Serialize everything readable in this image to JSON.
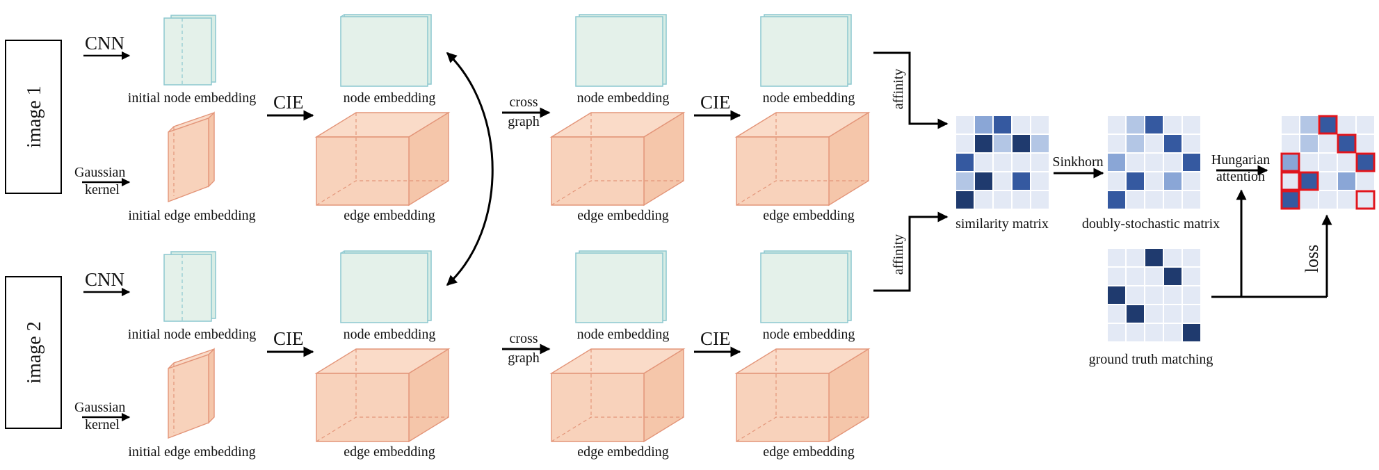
{
  "images": {
    "image1_label": "image 1",
    "image2_label": "image 2"
  },
  "labels": {
    "cnn": "CNN",
    "gaussian_line1": "Gaussian",
    "gaussian_line2": "kernel",
    "initial_node_embedding": "initial node embedding",
    "initial_edge_embedding": "initial edge embedding",
    "cie": "CIE",
    "node_embedding": "node embedding",
    "edge_embedding": "edge embedding",
    "cross_line1": "cross",
    "cross_line2": "graph",
    "affinity": "affinity",
    "similarity_matrix": "similarity matrix",
    "sinkhorn": "Sinkhorn",
    "doubly_stochastic_matrix": "doubly-stochastic matrix",
    "hungarian_line1": "Hungarian",
    "hungarian_line2": "attention",
    "ground_truth_matching": "ground truth matching",
    "loss": "loss"
  },
  "colors": {
    "node_fill": "#e4f1ea",
    "node_stroke": "#8cc7cf",
    "edge_fill": "#f8d2bb",
    "edge_stroke": "#e39579",
    "matrix_empty": "#e3e9f5",
    "matrix_light": "#b3c6e5",
    "matrix_mid": "#8aa6d6",
    "matrix_strong": "#3559a0",
    "matrix_dark": "#1f3a6e",
    "highlight_border": "#e0151d"
  },
  "matrices": {
    "similarity": [
      [
        0,
        2,
        3,
        0,
        0
      ],
      [
        0,
        4,
        1,
        4,
        1
      ],
      [
        3,
        0,
        0,
        0,
        0
      ],
      [
        1,
        4,
        0,
        3,
        0
      ],
      [
        4,
        0,
        0,
        0,
        0
      ]
    ],
    "doubly_stochastic": [
      [
        0,
        1,
        3,
        0,
        0
      ],
      [
        0,
        1,
        0,
        3,
        0
      ],
      [
        2,
        0,
        0,
        0,
        3
      ],
      [
        0,
        3,
        0,
        2,
        0
      ],
      [
        3,
        0,
        0,
        0,
        0
      ]
    ],
    "ground_truth": [
      [
        0,
        0,
        4,
        0,
        0
      ],
      [
        0,
        0,
        0,
        4,
        0
      ],
      [
        4,
        0,
        0,
        0,
        0
      ],
      [
        0,
        4,
        0,
        0,
        0
      ],
      [
        0,
        0,
        0,
        0,
        4
      ]
    ],
    "hungarian": [
      [
        0,
        1,
        3,
        0,
        0
      ],
      [
        0,
        1,
        0,
        3,
        0
      ],
      [
        2,
        0,
        0,
        0,
        3
      ],
      [
        0,
        3,
        0,
        2,
        0
      ],
      [
        3,
        0,
        0,
        0,
        0
      ]
    ],
    "hungarian_highlights": [
      [
        0,
        2
      ],
      [
        1,
        3
      ],
      [
        2,
        0
      ],
      [
        2,
        4
      ],
      [
        3,
        0
      ],
      [
        3,
        1
      ],
      [
        4,
        0
      ],
      [
        4,
        4
      ]
    ]
  }
}
